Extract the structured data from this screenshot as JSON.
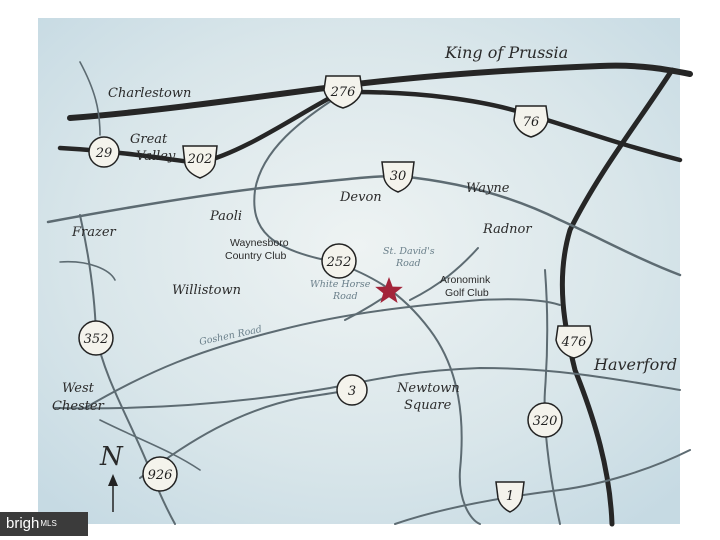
{
  "places": {
    "king_of_prussia": "King of Prussia",
    "charlestown": "Charlestown",
    "great_valley_1": "Great",
    "great_valley_2": "Valley",
    "devon": "Devon",
    "wayne": "Wayne",
    "paoli": "Paoli",
    "frazer": "Frazer",
    "radnor": "Radnor",
    "willistown": "Willistown",
    "haverford": "Haverford",
    "west_chester_1": "West",
    "west_chester_2": "Chester",
    "newtown_square_1": "Newtown",
    "newtown_square_2": "Square"
  },
  "clubs": {
    "waynesboro_1": "Waynesboro",
    "waynesboro_2": "Country Club",
    "aronomink_1": "Aronomink",
    "aronomink_2": "Golf Club"
  },
  "roads": {
    "st_davids_1": "St. David's",
    "st_davids_2": "Road",
    "white_horse_1": "White Horse",
    "white_horse_2": "Road",
    "goshen": "Goshen Road"
  },
  "shields": {
    "r276": "276",
    "r76": "76",
    "r29": "29",
    "r202": "202",
    "r30": "30",
    "r252": "252",
    "r352": "352",
    "r476": "476",
    "r3": "3",
    "r320": "320",
    "r926": "926",
    "r1": "1"
  },
  "compass": {
    "letter": "N"
  },
  "watermark": {
    "brand": "brigh",
    "suffix": "MLS"
  },
  "colors": {
    "marker": "#a3243a",
    "road_major": "#2b2b2b",
    "road_minor": "#6e7c82",
    "water": "#cfe0ea"
  }
}
